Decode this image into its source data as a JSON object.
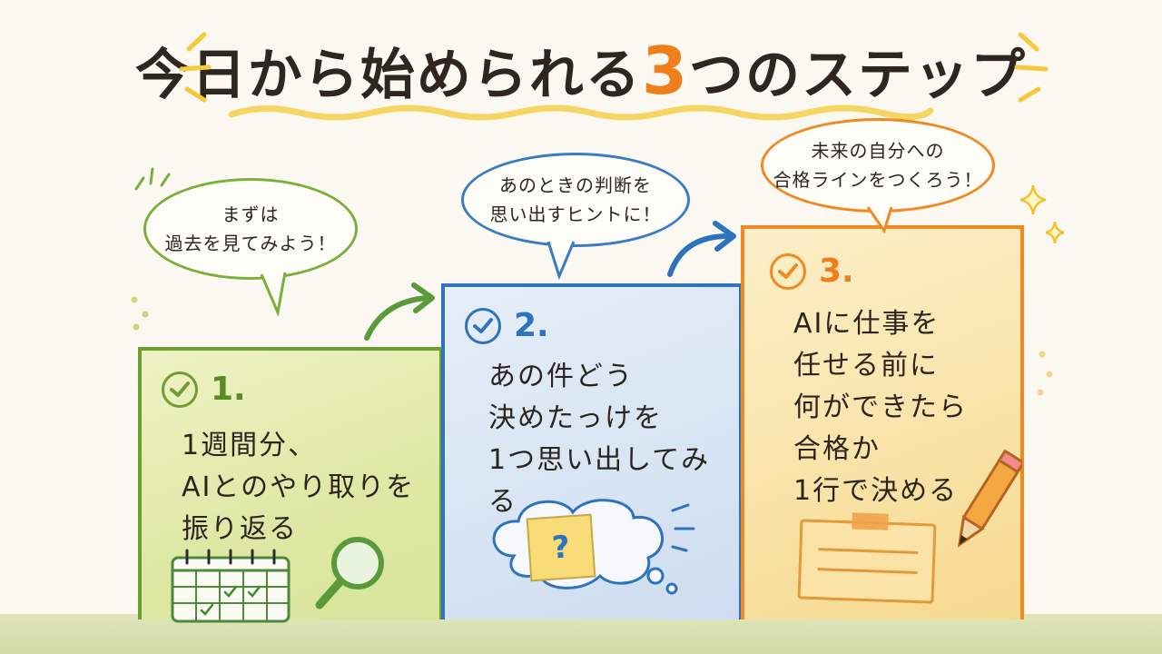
{
  "title": {
    "main": "今日から始められる",
    "number": "3",
    "suffix": "つのステップ"
  },
  "steps": [
    {
      "number": "1.",
      "text": "1週間分、\nAIとのやり取りを\n振り返る",
      "bubble": "まずは\n過去を見てみよう！",
      "color": "#6f9d2f",
      "icons": [
        "calendar-icon",
        "magnifier-icon"
      ]
    },
    {
      "number": "2.",
      "text": "あの件どう\n決めたっけを\n1つ思い出してみる",
      "bubble": "あのときの判断を\n思い出すヒントに！",
      "color": "#2e73bd",
      "icons": [
        "thought-cloud-icon",
        "question-note-icon"
      ]
    },
    {
      "number": "3.",
      "text": "AIに仕事を\n任せる前に\n何ができたら\n合格か\n1行で決める",
      "bubble": "未来の自分への\n合格ラインをつくろう！",
      "color": "#ef8a22",
      "icons": [
        "memo-icon",
        "pencil-icon",
        "sparkle-icon"
      ]
    }
  ]
}
